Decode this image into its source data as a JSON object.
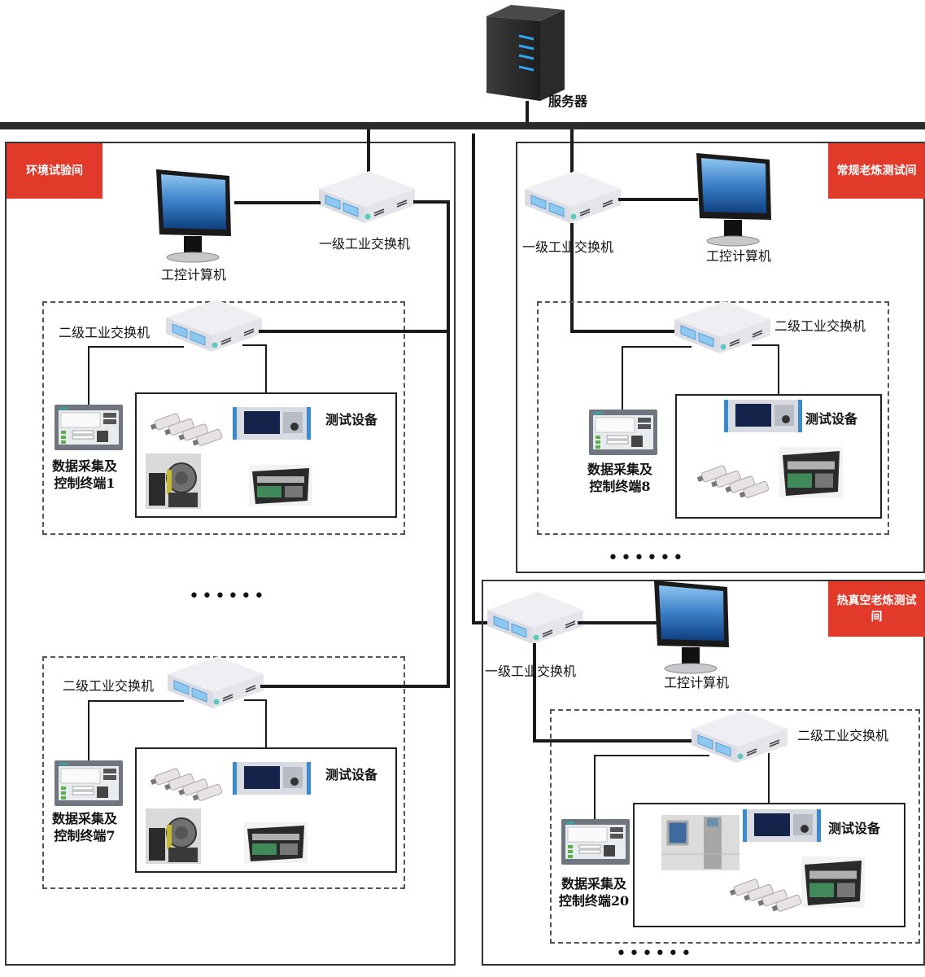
{
  "server": {
    "label": "服务器",
    "icon": "server-tower-icon"
  },
  "colors": {
    "tag_red": "#e23a2a",
    "screen_blue": "#3a7fc8",
    "bus": "#2b2b2b"
  },
  "rooms": [
    {
      "tag": "环境试验间",
      "primary_switch": "一级工业交换机",
      "pc": "工控计算机",
      "ellipsis": "••••••",
      "groups": [
        {
          "switch": "二级工业交换机",
          "terminal": "数据采集及\n控制终端1",
          "terminal_line1": "数据采集及",
          "terminal_line2": "控制终端1",
          "equipment_label": "测试设备",
          "equipment": [
            "sensor-probes",
            "signal-analyzer",
            "vacuum-chamber",
            "control-rack"
          ]
        },
        {
          "switch": "二级工业交换机",
          "terminal_line1": "数据采集及",
          "terminal_line2": "控制终端7",
          "equipment_label": "测试设备",
          "equipment": [
            "sensor-probes",
            "signal-analyzer",
            "vacuum-chamber",
            "control-rack"
          ]
        }
      ]
    },
    {
      "tag": "常规老炼测试间",
      "primary_switch": "一级工业交换机",
      "pc": "工控计算机",
      "ellipsis": "••••••",
      "groups": [
        {
          "switch": "二级工业交换机",
          "terminal_line1": "数据采集及",
          "terminal_line2": "控制终端8",
          "equipment_label": "测试设备",
          "equipment": [
            "signal-analyzer",
            "sensor-probes",
            "control-rack"
          ]
        }
      ]
    },
    {
      "tag": "热真空老炼测试间",
      "primary_switch": "一级工业交换机",
      "pc": "工控计算机",
      "ellipsis": "••••••",
      "groups": [
        {
          "switch": "二级工业交换机",
          "terminal_line1": "数据采集及",
          "terminal_line2": "控制终端20",
          "equipment_label": "测试设备",
          "equipment": [
            "climate-chamber",
            "signal-analyzer",
            "sensor-probes",
            "control-rack"
          ]
        }
      ]
    }
  ]
}
